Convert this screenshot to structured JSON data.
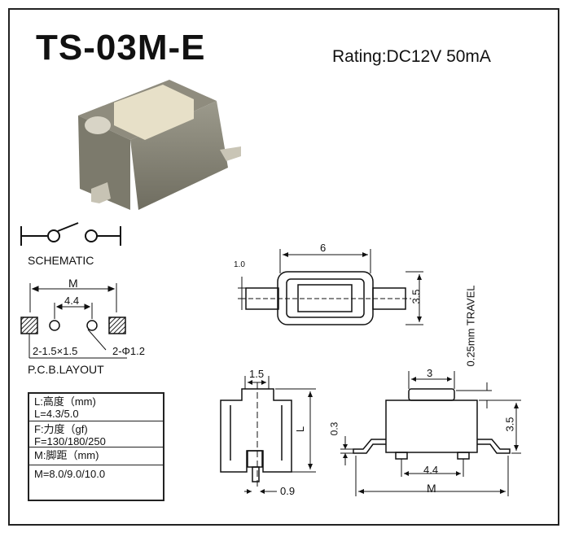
{
  "title": "TS-03M-E",
  "rating": "Rating:DC12V 50mA",
  "schematic_label": "SCHEMATIC",
  "pcb": {
    "dim_m": "M",
    "dim_44": "4.4",
    "pad_note": "2-1.5×1.5",
    "hole_note": "2-Φ1.2",
    "label": "P.C.B.LAYOUT"
  },
  "top_view": {
    "dim_6": "6",
    "dim_10": "1.0",
    "dim_35": "3.5"
  },
  "side_view": {
    "dim_15": "1.5",
    "dim_L": "L",
    "dim_09": "0.9"
  },
  "front_view": {
    "dim_3": "3",
    "travel": "0.25mm TRAVEL",
    "dim_03": "0.3",
    "dim_35": "3.5",
    "dim_44": "4.4",
    "dim_M": "M"
  },
  "spec_table": [
    {
      "line1": "L:高度（mm)",
      "line2": "L=4.3/5.0"
    },
    {
      "line1": "F:力度（gf)",
      "line2": "F=130/180/250"
    },
    {
      "line1": "M:脚距（mm)",
      "line2": "M=8.0/9.0/10.0"
    }
  ]
}
